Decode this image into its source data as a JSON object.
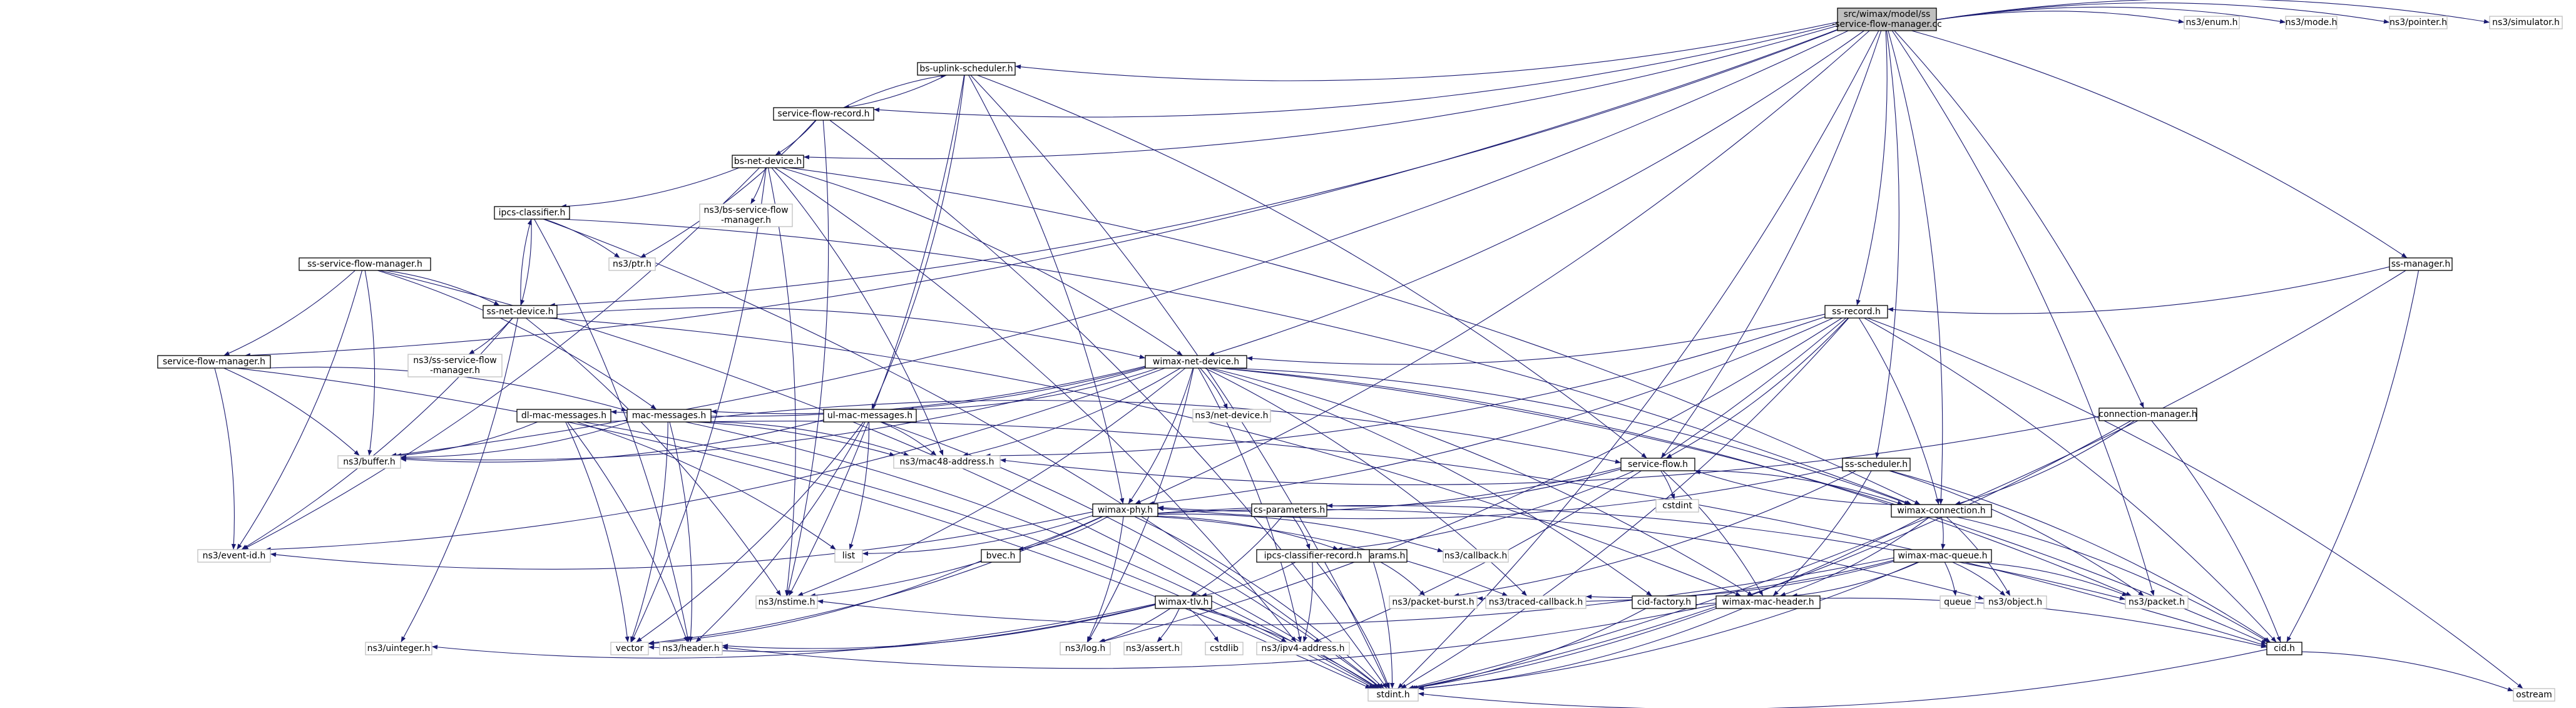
{
  "graph_title": "",
  "colors": {
    "edge": "#191970",
    "root_fill": "#bfbfbf",
    "node_border": "#000000",
    "external_border": "#bfbfbf"
  },
  "nodes": {
    "root": [
      "src/wimax/model/ss",
      "-service-flow-manager.cc"
    ],
    "bs_uplink_scheduler": [
      "bs-uplink-scheduler.h"
    ],
    "service_flow_record": [
      "service-flow-record.h"
    ],
    "bs_net_device": [
      "bs-net-device.h"
    ],
    "bs_service_flow_manager_ext": [
      "ns3/bs-service-flow",
      "-manager.h"
    ],
    "ipcs_classifier": [
      "ipcs-classifier.h"
    ],
    "ptr": [
      "ns3/ptr.h"
    ],
    "ss_service_flow_manager": [
      "ss-service-flow-manager.h"
    ],
    "ss_net_device": [
      "ss-net-device.h"
    ],
    "ss_service_flow_manager_ext": [
      "ns3/ss-service-flow",
      "-manager.h"
    ],
    "service_flow_manager": [
      "service-flow-manager.h"
    ],
    "wimax_net_device": [
      "wimax-net-device.h"
    ],
    "dl_mac_messages": [
      "dl-mac-messages.h"
    ],
    "mac_messages": [
      "mac-messages.h"
    ],
    "buffer": [
      "ns3/buffer.h"
    ],
    "ul_mac_messages": [
      "ul-mac-messages.h"
    ],
    "net_device": [
      "ns3/net-device.h"
    ],
    "mac48_address": [
      "ns3/mac48-address.h"
    ],
    "service_flow": [
      "service-flow.h"
    ],
    "cstdint": [
      "cstdint"
    ],
    "cs_parameters": [
      "cs-parameters.h"
    ],
    "wimax_phy": [
      "wimax-phy.h"
    ],
    "event_id": [
      "ns3/event-id.h"
    ],
    "list": [
      "list"
    ],
    "bvec": [
      "bvec.h"
    ],
    "send_params": [
      "send-params.h"
    ],
    "callback": [
      "ns3/callback.h"
    ],
    "ipcs_classifier_record": [
      "ipcs-classifier-record.h"
    ],
    "ss_scheduler": [
      "ss-scheduler.h"
    ],
    "wimax_connection": [
      "wimax-connection.h"
    ],
    "wimax_mac_queue": [
      "wimax-mac-queue.h"
    ],
    "queue": [
      "queue"
    ],
    "nstime": [
      "ns3/nstime.h"
    ],
    "packet_burst": [
      "ns3/packet-burst.h"
    ],
    "traced_callback": [
      "ns3/traced-callback.h"
    ],
    "cid_factory": [
      "cid-factory.h"
    ],
    "wimax_mac_header": [
      "wimax-mac-header.h"
    ],
    "object": [
      "ns3/object.h"
    ],
    "packet": [
      "ns3/packet.h"
    ],
    "wimax_tlv": [
      "wimax-tlv.h"
    ],
    "uinteger": [
      "ns3/uinteger.h"
    ],
    "vector": [
      "vector"
    ],
    "header": [
      "ns3/header.h"
    ],
    "log": [
      "ns3/log.h"
    ],
    "assert": [
      "ns3/assert.h"
    ],
    "cstdlib": [
      "cstdlib"
    ],
    "ipv4_address": [
      "ns3/ipv4-address.h"
    ],
    "cid": [
      "cid.h"
    ],
    "stdint": [
      "stdint.h"
    ],
    "ostream": [
      "ostream"
    ],
    "ss_manager": [
      "ss-manager.h"
    ],
    "ss_record": [
      "ss-record.h"
    ],
    "connection_manager": [
      "connection-manager.h"
    ],
    "enum": [
      "ns3/enum.h"
    ],
    "mode": [
      "ns3/mode.h"
    ],
    "pointer": [
      "ns3/pointer.h"
    ],
    "simulator": [
      "ns3/simulator.h"
    ]
  },
  "edges": [
    [
      "root",
      "bs_uplink_scheduler"
    ],
    [
      "root",
      "service_flow_record"
    ],
    [
      "root",
      "bs_net_device"
    ],
    [
      "root",
      "ss_net_device"
    ],
    [
      "root",
      "service_flow_manager"
    ],
    [
      "root",
      "wimax_net_device"
    ],
    [
      "root",
      "buffer"
    ],
    [
      "root",
      "service_flow"
    ],
    [
      "root",
      "wimax_connection"
    ],
    [
      "root",
      "ss_record"
    ],
    [
      "root",
      "ss_manager"
    ],
    [
      "root",
      "connection_manager"
    ],
    [
      "root",
      "ss_scheduler"
    ],
    [
      "root",
      "wimax_phy"
    ],
    [
      "root",
      "packet"
    ],
    [
      "root",
      "stdint"
    ],
    [
      "root",
      "enum"
    ],
    [
      "root",
      "mode"
    ],
    [
      "root",
      "pointer"
    ],
    [
      "root",
      "simulator"
    ],
    [
      "bs_uplink_scheduler",
      "service_flow_record"
    ],
    [
      "bs_uplink_scheduler",
      "ul_mac_messages"
    ],
    [
      "bs_uplink_scheduler",
      "wimax_phy"
    ],
    [
      "bs_uplink_scheduler",
      "service_flow"
    ],
    [
      "bs_uplink_scheduler",
      "nstime"
    ],
    [
      "bs_uplink_scheduler",
      "stdint"
    ],
    [
      "service_flow_record",
      "bs_uplink_scheduler"
    ],
    [
      "service_flow_record",
      "bs_net_device"
    ],
    [
      "service_flow_record",
      "nstime"
    ],
    [
      "service_flow_record",
      "stdint"
    ],
    [
      "service_flow_record",
      "ptr"
    ],
    [
      "bs_net_device",
      "ipcs_classifier"
    ],
    [
      "bs_net_device",
      "bs_service_flow_manager_ext"
    ],
    [
      "bs_net_device",
      "wimax_net_device"
    ],
    [
      "bs_net_device",
      "mac48_address"
    ],
    [
      "bs_net_device",
      "nstime"
    ],
    [
      "bs_net_device",
      "event_id"
    ],
    [
      "bs_net_device",
      "wimax_connection"
    ],
    [
      "bs_net_device",
      "ipv4_address"
    ],
    [
      "bs_net_device",
      "vector"
    ],
    [
      "ipcs_classifier",
      "ptr"
    ],
    [
      "ipcs_classifier",
      "ss_net_device"
    ],
    [
      "ipcs_classifier",
      "header"
    ],
    [
      "ipcs_classifier",
      "stdint"
    ],
    [
      "ipcs_classifier",
      "wimax_connection"
    ],
    [
      "ss_service_flow_manager",
      "ss_net_device"
    ],
    [
      "ss_service_flow_manager",
      "service_flow_manager"
    ],
    [
      "ss_service_flow_manager",
      "buffer"
    ],
    [
      "ss_service_flow_manager",
      "event_id"
    ],
    [
      "ss_service_flow_manager",
      "stdint"
    ],
    [
      "ss_service_flow_manager",
      "mac_messages"
    ],
    [
      "ss_net_device",
      "ipcs_classifier"
    ],
    [
      "ss_net_device",
      "ss_service_flow_manager_ext"
    ],
    [
      "ss_net_device",
      "wimax_net_device"
    ],
    [
      "ss_net_device",
      "event_id"
    ],
    [
      "ss_net_device",
      "uinteger"
    ],
    [
      "ss_net_device",
      "nstime"
    ],
    [
      "ss_net_device",
      "wimax_mac_header"
    ],
    [
      "service_flow_manager",
      "mac_messages"
    ],
    [
      "service_flow_manager",
      "buffer"
    ],
    [
      "service_flow_manager",
      "event_id"
    ],
    [
      "service_flow_manager",
      "stdint"
    ],
    [
      "wimax_net_device",
      "dl_mac_messages"
    ],
    [
      "wimax_net_device",
      "mac_messages"
    ],
    [
      "wimax_net_device",
      "ul_mac_messages"
    ],
    [
      "wimax_net_device",
      "net_device"
    ],
    [
      "wimax_net_device",
      "mac48_address"
    ],
    [
      "wimax_net_device",
      "wimax_phy"
    ],
    [
      "wimax_net_device",
      "event_id"
    ],
    [
      "wimax_net_device",
      "nstime"
    ],
    [
      "wimax_net_device",
      "log"
    ],
    [
      "wimax_net_device",
      "traced_callback"
    ],
    [
      "wimax_net_device",
      "wimax_mac_header"
    ],
    [
      "wimax_net_device",
      "cid_factory"
    ],
    [
      "wimax_net_device",
      "wimax_connection"
    ],
    [
      "wimax_net_device",
      "packet"
    ],
    [
      "wimax_net_device",
      "cid"
    ],
    [
      "wimax_net_device",
      "buffer"
    ],
    [
      "wimax_net_device",
      "ipv4_address"
    ],
    [
      "dl_mac_messages",
      "buffer"
    ],
    [
      "dl_mac_messages",
      "mac48_address"
    ],
    [
      "dl_mac_messages",
      "list"
    ],
    [
      "dl_mac_messages",
      "header"
    ],
    [
      "dl_mac_messages",
      "vector"
    ],
    [
      "dl_mac_messages",
      "stdint"
    ],
    [
      "mac_messages",
      "buffer"
    ],
    [
      "mac_messages",
      "service_flow"
    ],
    [
      "mac_messages",
      "mac48_address"
    ],
    [
      "mac_messages",
      "header"
    ],
    [
      "mac_messages",
      "cid"
    ],
    [
      "mac_messages",
      "stdint"
    ],
    [
      "mac_messages",
      "vector"
    ],
    [
      "ul_mac_messages",
      "buffer"
    ],
    [
      "ul_mac_messages",
      "mac48_address"
    ],
    [
      "ul_mac_messages",
      "list"
    ],
    [
      "ul_mac_messages",
      "header"
    ],
    [
      "ul_mac_messages",
      "stdint"
    ],
    [
      "ul_mac_messages",
      "vector"
    ],
    [
      "service_flow",
      "cstdint"
    ],
    [
      "service_flow",
      "cs_parameters"
    ],
    [
      "service_flow",
      "wimax_phy"
    ],
    [
      "service_flow",
      "wimax_connection"
    ],
    [
      "service_flow",
      "wimax_mac_header"
    ],
    [
      "service_flow",
      "ipcs_classifier_record"
    ],
    [
      "cs_parameters",
      "ipcs_classifier_record"
    ],
    [
      "cs_parameters",
      "wimax_tlv"
    ],
    [
      "wimax_phy",
      "event_id"
    ],
    [
      "wimax_phy",
      "list"
    ],
    [
      "wimax_phy",
      "bvec"
    ],
    [
      "wimax_phy",
      "send_params"
    ],
    [
      "wimax_phy",
      "callback"
    ],
    [
      "wimax_phy",
      "nstime"
    ],
    [
      "wimax_phy",
      "log"
    ],
    [
      "wimax_phy",
      "traced_callback"
    ],
    [
      "wimax_phy",
      "object"
    ],
    [
      "wimax_phy",
      "stdint"
    ],
    [
      "wimax_phy",
      "vector"
    ],
    [
      "wimax_phy",
      "packet"
    ],
    [
      "bvec",
      "vector"
    ],
    [
      "send_params",
      "packet_burst"
    ],
    [
      "send_params",
      "stdint"
    ],
    [
      "ipcs_classifier_record",
      "wimax_tlv"
    ],
    [
      "ipcs_classifier_record",
      "ipv4_address"
    ],
    [
      "ipcs_classifier_record",
      "stdint"
    ],
    [
      "ss_scheduler",
      "wimax_phy"
    ],
    [
      "ss_scheduler",
      "packet_burst"
    ],
    [
      "ss_scheduler",
      "wimax_mac_header"
    ],
    [
      "ss_scheduler",
      "cid"
    ],
    [
      "ss_scheduler",
      "packet"
    ],
    [
      "wimax_connection",
      "wimax_mac_queue"
    ],
    [
      "wimax_connection",
      "wimax_mac_header"
    ],
    [
      "wimax_connection",
      "object"
    ],
    [
      "wimax_connection",
      "cid"
    ],
    [
      "wimax_connection",
      "stdint"
    ],
    [
      "wimax_connection",
      "service_flow"
    ],
    [
      "wimax_mac_queue",
      "queue"
    ],
    [
      "wimax_mac_queue",
      "nstime"
    ],
    [
      "wimax_mac_queue",
      "packet_burst"
    ],
    [
      "wimax_mac_queue",
      "object"
    ],
    [
      "wimax_mac_queue",
      "packet"
    ],
    [
      "wimax_mac_queue",
      "wimax_mac_header"
    ],
    [
      "wimax_mac_queue",
      "stdint"
    ],
    [
      "wimax_mac_queue",
      "traced_callback"
    ],
    [
      "cid_factory",
      "cid"
    ],
    [
      "cid_factory",
      "stdint"
    ],
    [
      "wimax_mac_header",
      "header"
    ],
    [
      "wimax_mac_header",
      "stdint"
    ],
    [
      "wimax_tlv",
      "uinteger"
    ],
    [
      "wimax_tlv",
      "vector"
    ],
    [
      "wimax_tlv",
      "header"
    ],
    [
      "wimax_tlv",
      "log"
    ],
    [
      "wimax_tlv",
      "assert"
    ],
    [
      "wimax_tlv",
      "cstdlib"
    ],
    [
      "wimax_tlv",
      "ipv4_address"
    ],
    [
      "wimax_tlv",
      "stdint"
    ],
    [
      "cid",
      "stdint"
    ],
    [
      "cid",
      "ostream"
    ],
    [
      "ss_manager",
      "ss_record"
    ],
    [
      "ss_manager",
      "cid"
    ],
    [
      "ss_manager",
      "stdint"
    ],
    [
      "ss_record",
      "wimax_net_device"
    ],
    [
      "ss_record",
      "mac48_address"
    ],
    [
      "ss_record",
      "service_flow"
    ],
    [
      "ss_record",
      "wimax_connection"
    ],
    [
      "ss_record",
      "ipv4_address"
    ],
    [
      "ss_record",
      "log"
    ],
    [
      "ss_record",
      "ostream"
    ],
    [
      "ss_record",
      "stdint"
    ],
    [
      "ss_record",
      "wimax_phy"
    ],
    [
      "ss_record",
      "cid"
    ],
    [
      "connection_manager",
      "wimax_connection"
    ],
    [
      "connection_manager",
      "mac48_address"
    ],
    [
      "connection_manager",
      "cid"
    ],
    [
      "connection_manager",
      "stdint"
    ]
  ]
}
